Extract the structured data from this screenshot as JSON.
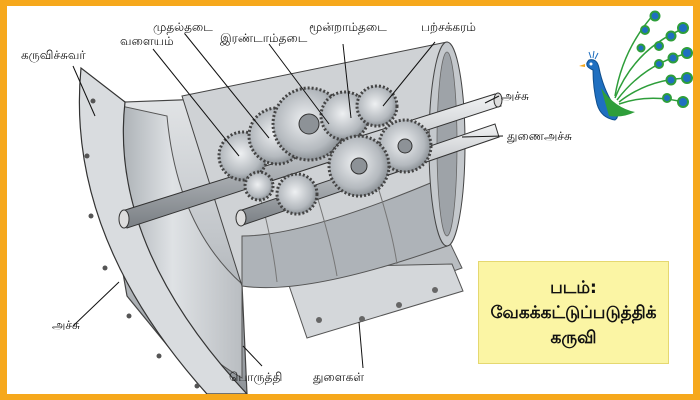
{
  "labels": {
    "casing": "கருவிச்சுவர்",
    "ring": "வளையம்",
    "first_gear": "முதல்தடை",
    "second_gear": "இரண்டாம்தடை",
    "third_gear": "மூன்றாம்தடை",
    "wheel": "பற்சக்கரம்",
    "axle_top": "அச்சு",
    "aux_axle": "துணைஅச்சு",
    "axle_bottom": "அச்சு",
    "holes_1": "பொருத்தி",
    "holes_2": "துளைகள்"
  },
  "caption": {
    "line1": "படம்:",
    "line2": "வேகக்கட்டுப்படுத்திக்",
    "line3": "கருவி"
  },
  "colors": {
    "frame": "#f6a81c",
    "caption_bg": "#fbf5a4",
    "metal": "#c9ccd0",
    "peacock_blue": "#1f6fc0",
    "peacock_green": "#2e9e3a"
  }
}
